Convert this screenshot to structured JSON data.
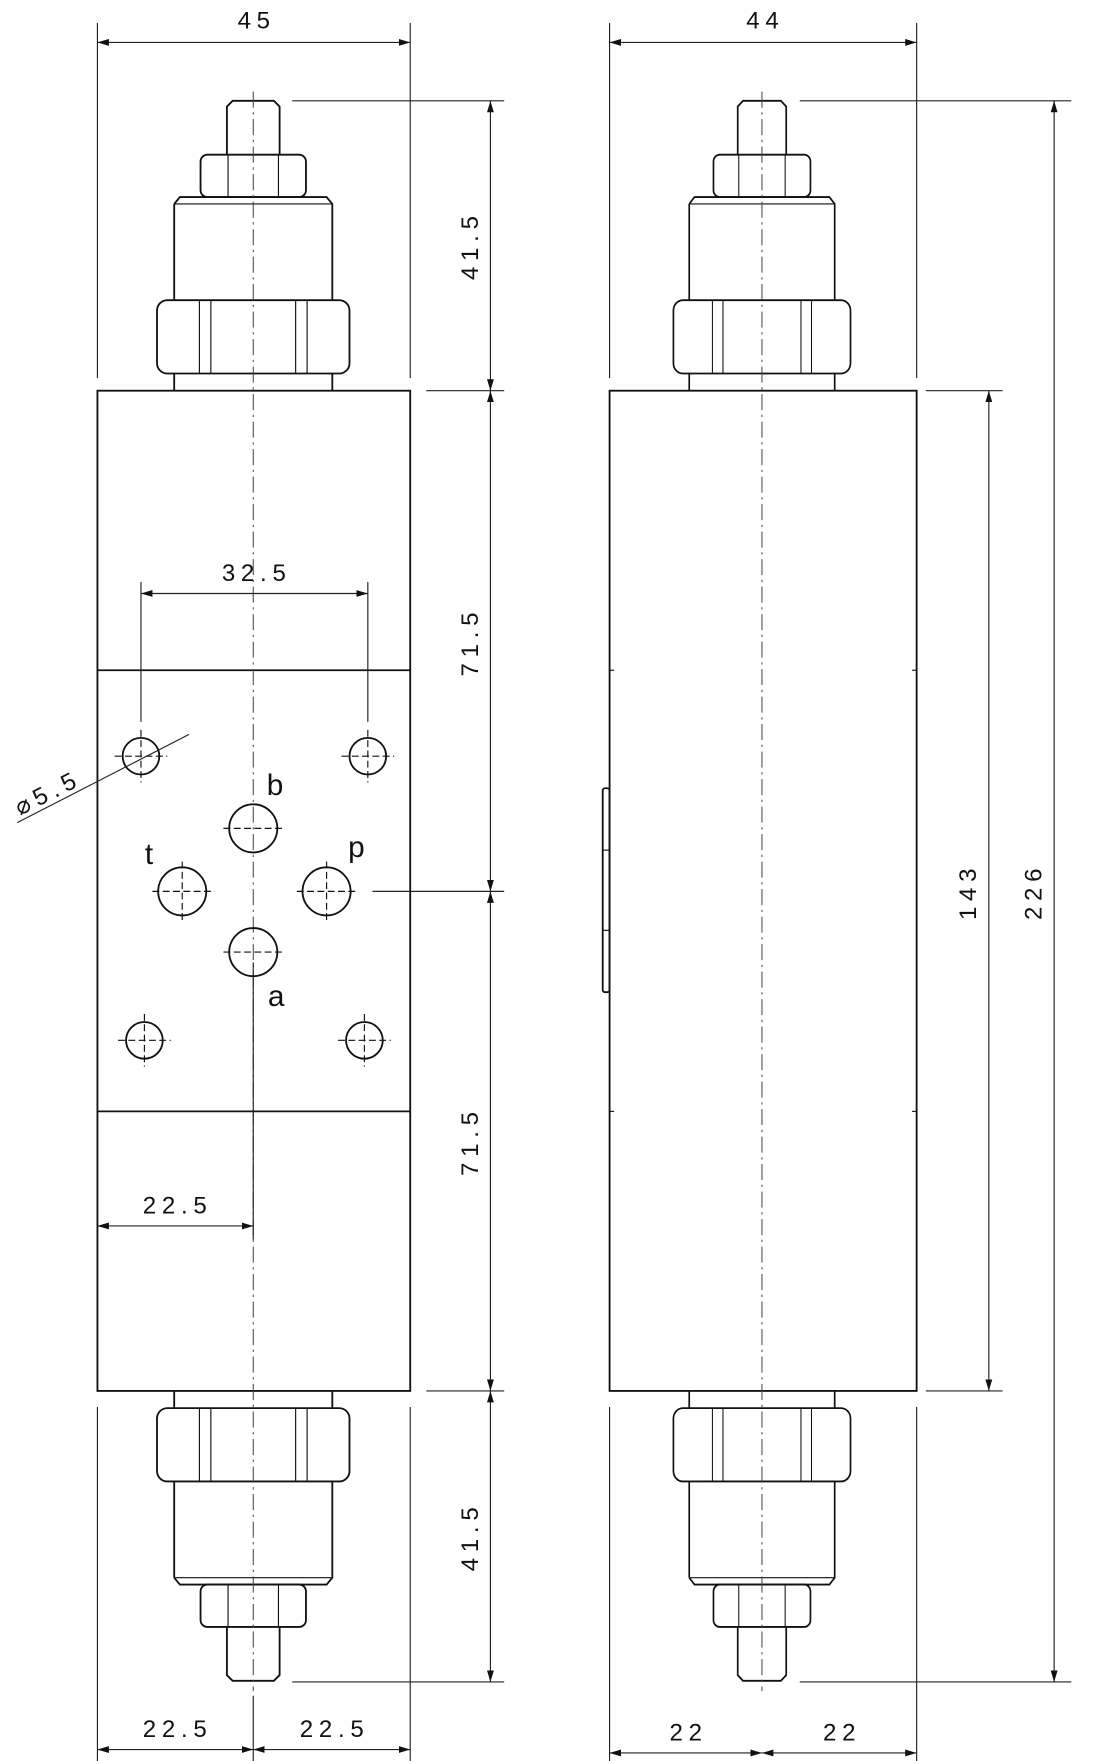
{
  "front_view": {
    "width_dim": "45",
    "height_top": "41.5",
    "height_upper": "71.5",
    "height_lower": "71.5",
    "height_bottom": "41.5",
    "hole_spacing": "32.5",
    "center_offset": "22.5",
    "bottom_left": "22.5",
    "bottom_right": "22.5",
    "hole_diameter": "⌀5.5",
    "ports": {
      "a": "a",
      "b": "b",
      "p": "p",
      "t": "t"
    }
  },
  "side_view": {
    "width_dim": "44",
    "body_height": "143",
    "total_height": "226",
    "bottom_left": "22",
    "bottom_right": "22"
  }
}
